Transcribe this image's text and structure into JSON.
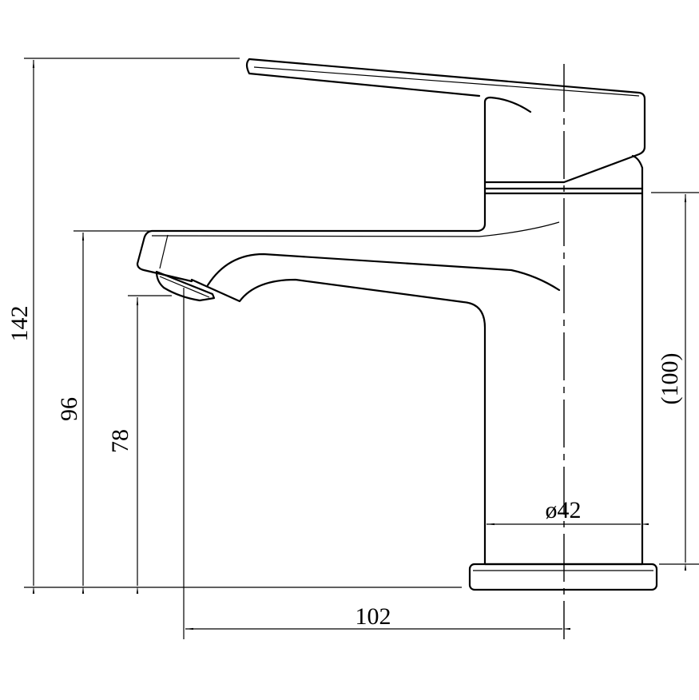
{
  "drawing": {
    "title": "Faucet side elevation",
    "dimensions": {
      "overall_height": "142",
      "spout_top_height": "96",
      "outlet_height": "78",
      "spout_reach": "102",
      "body_height": "(100)",
      "body_diameter": "ø42"
    },
    "line_color": "#000000",
    "background": "#ffffff"
  }
}
